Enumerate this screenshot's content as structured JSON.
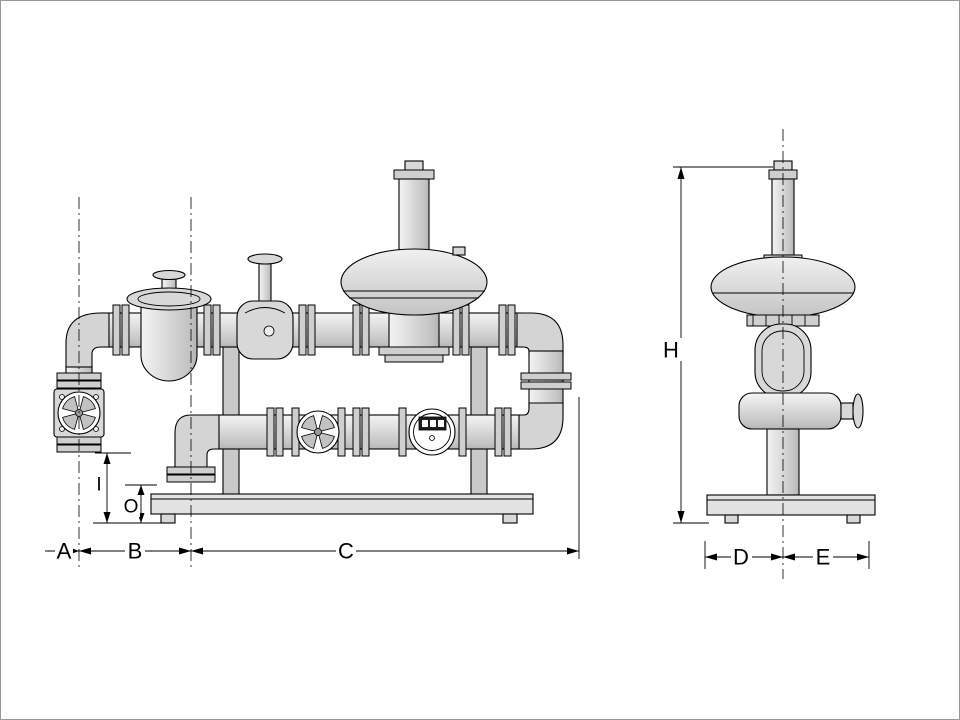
{
  "drawing": {
    "labels": {
      "A": "A",
      "B": "B",
      "C": "C",
      "D": "D",
      "E": "E",
      "H": "H",
      "I": "I",
      "O": "O"
    },
    "views": {
      "front": {
        "dimension_labels": [
          "A",
          "B",
          "C",
          "I",
          "O"
        ]
      },
      "side": {
        "dimension_labels": [
          "H",
          "D",
          "E"
        ]
      }
    },
    "colors": {
      "line": "#000000",
      "metal_light": "#f2f2f2",
      "metal_mid": "#d6d6d6",
      "metal_dark": "#b8b8b8",
      "background": "#ffffff"
    }
  }
}
